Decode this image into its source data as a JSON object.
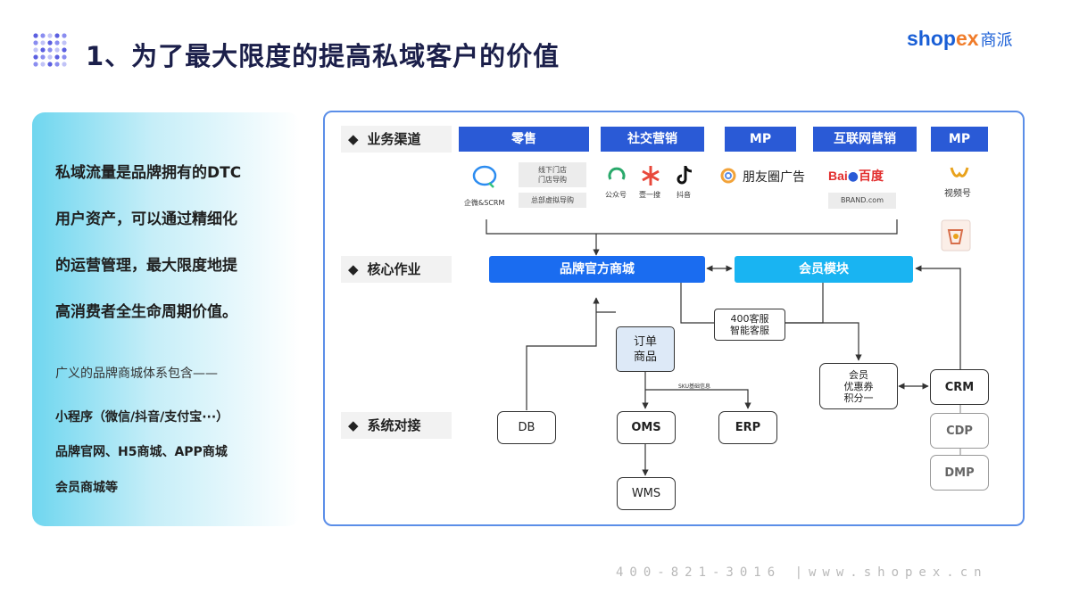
{
  "title": "1、为了最大限度的提高私域客户的价值",
  "logo": {
    "latin_prefix": "shop",
    "latin_ex": "ex",
    "cn": "商派"
  },
  "left_panel": {
    "main_lines": [
      "私域流量是品牌拥有的DTC",
      "用户资产，可以通过精细化",
      "的运营管理，最大限度地提",
      "高消费者全生命周期价值。"
    ],
    "sub_heading": "广义的品牌商城体系包含——",
    "items": [
      "小程序（微信/抖音/支付宝···）",
      "品牌官网、H5商城、APP商城",
      "会员商城等"
    ]
  },
  "diagram": {
    "rows": [
      "业务渠道",
      "核心作业",
      "系统对接"
    ],
    "row_bullet": "◆",
    "channel_headers": [
      "零售",
      "社交营销",
      "MP",
      "互联网营销",
      "MP"
    ],
    "retail": {
      "icon_label": "企微&SCRM",
      "box1": "线下门店\n门店导购",
      "box2": "总部虚拟导购"
    },
    "social": {
      "labels": [
        "公众号",
        "壹一搜",
        "抖音"
      ]
    },
    "moments": {
      "label": "朋友圈广告"
    },
    "internet": {
      "baidu_bai": "Bai",
      "baidu_cn": "百度",
      "brand_box": "BRAND.com"
    },
    "mp": {
      "label": "视频号"
    },
    "core": {
      "mall": "品牌官方商城",
      "member": "会员模块",
      "service": "400客服\n智能客服"
    },
    "order": "订单\n商品",
    "sku_label": "SKU基础信息",
    "coupon": "会员\n优惠券\n积分一",
    "systems": {
      "db": "DB",
      "oms": "OMS",
      "erp": "ERP",
      "wms": "WMS",
      "crm": "CRM",
      "cdp": "CDP",
      "dmp": "DMP"
    }
  },
  "footer": "400-821-3016 |www.shopex.cn",
  "colors": {
    "accent_blue": "#2a5ad6",
    "core_blue": "#1a6cf0",
    "member_cyan": "#19b4f2",
    "logo_orange": "#f07c2a"
  }
}
